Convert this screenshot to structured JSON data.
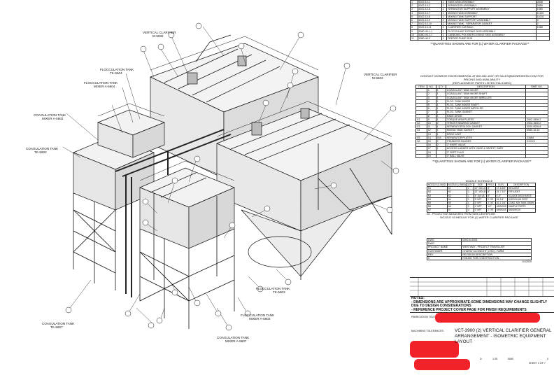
{
  "top_bom": {
    "rows": [
      [
        "1",
        "5022-10-1",
        "1",
        "RAKE ARM ASSEMBLY",
        "2838"
      ],
      [
        "2",
        "5022-10-2",
        "2",
        "SEPARATOR ASSEMBLY",
        "2855"
      ],
      [
        "3",
        "5022-10-5",
        "2",
        "SEPARATOR SUPPORT ASSEMBLY",
        "1560"
      ],
      [
        "4",
        "5022-10-7",
        "1",
        "MIXING TANK ASSEMBLY",
        "11100"
      ],
      [
        "5",
        "5022-10-8",
        "1",
        "MIXING TANK SUPPORT",
        "11002"
      ],
      [
        "6",
        "5022-10-9",
        "2",
        "MIXING TANK SUPPORT ASSEMBLY",
        "2"
      ],
      [
        "7",
        "5022-10-10",
        "2",
        "MIXING TANK - SEPARATOR GASKET",
        "2"
      ],
      [
        "8",
        "5022-10-11",
        "2",
        "CLARIFIER CATWALK",
        "1588"
      ],
      [
        "9",
        "5080-40-1-1",
        "1",
        "FLOCCULANT DOSING SKID ASSEMBLY",
        ""
      ],
      [
        "10",
        "5080-40-2-1",
        "1",
        "CARBONIC POLYMER DOSING SKID ASSEMBLY",
        ""
      ],
      [
        "11",
        "5080-40-3",
        "1",
        "FEEDER PUMP SKID",
        ""
      ]
    ],
    "note": "**QUANTITIES SHOWN ARE FOR (1) WATER CLARIFIER PACKAGE**"
  },
  "mid_bom": {
    "header": "CONTACT MONROE ENVIRONMENTAL AT 800-982-1537 OR SALES@MONROEENV.COM FOR PRICING AND AVAILABILITY",
    "header2": "(REPLACEMENT PARTS LISTED ITALICIZED)",
    "columns": [
      "ITEM",
      "NO.",
      "QTY",
      "DESCRIPTION",
      "PART NO."
    ],
    "rows": [
      [
        "",
        "1",
        "1",
        "COAGULANT TANK MIXER",
        ""
      ],
      [
        "",
        "2",
        "1",
        "COAGULANT TANK MIXER SHAFT",
        ""
      ],
      [
        "",
        "3",
        "1",
        "COAGULANT TANK MIXER IMPELLER",
        ""
      ],
      [
        "",
        "4",
        "1",
        "FLOC. TANK MIXER",
        ""
      ],
      [
        "",
        "5",
        "1",
        "FLOC. TANK MIXER SHAFT",
        ""
      ],
      [
        "",
        "6",
        "1",
        "FLOC. TANK MIXER IMPELLER",
        ""
      ],
      [
        "",
        "7",
        "1",
        "FLOC. TANK GASKET",
        ""
      ],
      [
        "",
        "8",
        "1",
        "RAKE DRIVE",
        ""
      ],
      [
        "X1",
        "9",
        "1",
        "TORQUE ARM PLATES",
        "2002-1636-2"
      ],
      [
        "X2",
        "10",
        "2",
        "THRUST BEARING GASKET",
        "2002-1640-2"
      ],
      [
        "X3",
        "11",
        "1",
        "SEPARATOR BLOCK GASKET",
        "5000-9006-8"
      ],
      [
        "X4",
        "12",
        "1",
        "MIXING TANK GASKET",
        "5080-10-10"
      ],
      [
        "",
        "13",
        "1",
        "DRIVE UNIT",
        ""
      ],
      [
        "X5",
        "14",
        "244",
        "SEPARATOR PLATES",
        "21664"
      ],
      [
        "X6",
        "15",
        "2",
        "STAINLESS BLADES",
        "XXXXX"
      ],
      [
        "",
        "16",
        "2",
        "3\" KNIFE VALVE",
        ""
      ],
      [
        "",
        "17",
        "1",
        "ACCESS LADDER WITH CAGE & SAFETY GATE",
        ""
      ],
      [
        "",
        "18",
        "",
        "2\" SEPT PLUG",
        ""
      ],
      [
        "",
        "19",
        "",
        "3\" BALL VALVE",
        ""
      ]
    ],
    "note": "**QUANTITIES SHOWN ARE FOR (1) WATER CLARIFIER PACKAGE**"
  },
  "nozzle": {
    "title": "NOZZLE SCHEDULE",
    "columns": [
      "NOZZLE (2-5602)",
      "NOZZLE (2-5603)",
      "QTY",
      "SIZE",
      "PROJ.",
      "ELEV.",
      "DESCRIPTION"
    ],
    "rows": [
      [
        "N1",
        "N1",
        "1",
        "12\" 150 LB",
        "8\"",
        "17'-6 3/8\"",
        "INFLUENT"
      ],
      [
        "N2",
        "N2",
        "1",
        "12\" 150 LB",
        "8\"",
        "15'-7 1/2\"",
        "EFFLUENT"
      ],
      [
        "N3",
        "N3",
        "1",
        "4\" 150 LB",
        "8\"",
        "4'-0\"",
        "SLUDGE DISCHARGE"
      ],
      [
        "N4",
        "N4",
        "1",
        "3\" NPT",
        "2 7/8\"",
        "15'-1/4\"",
        "OVERFLOW PORT"
      ],
      [
        "N5",
        "N5",
        "1",
        "3\" NPT",
        "2 7/8\"",
        "10'-1 1/4\"",
        "COAG. MIX TANK DRAIN"
      ],
      [
        "N6",
        "N6",
        "2",
        "1\" NPT",
        "1/2\"",
        "VARIOUS",
        "SAMPLE PORTS"
      ],
      [
        "N7",
        "N7",
        "4",
        "3\" NPT",
        "2 7/8\"",
        "VARIOUS",
        "HANDHOLE"
      ]
    ],
    "footnote": "N1 - PROJECTION MEASURED FROM TANK CENTERLINE",
    "note": "NOZZLE SCHEDULE FOR (1) WATER CLARIFIER PACKAGE"
  },
  "info_block": {
    "rows": [
      [
        "DWG",
        "0000-M-0001"
      ],
      [
        "DWG",
        ""
      ],
      [
        "PROJECT NAME",
        "WESTWAY - PROJECT TRAVELLER"
      ],
      [
        "CUSTOMER",
        "CHURCH & DWIGHT (CHD) - FARM"
      ],
      [
        "REV",
        "REVISION DESCRIPTION"
      ],
      [
        "0",
        "ISSUED FOR CONSTRUCTION"
      ]
    ],
    "date": "1/1/2020"
  },
  "notes": {
    "label": "NOTES:",
    "items": [
      "DIMENSIONS ARE APPROXIMATE-SOME DIMENSIONS MAY CHANGE SLIGHTLY DUE TO DESIGN CONSIDERATIONS",
      "REFERENCE PROJECT COVER PAGE FOR FINISH REQUIREMENTS"
    ]
  },
  "title_block": {
    "fab_label": "FABRICATION TOLERANCES:",
    "mach_label": "MACHINING TOLERANCES:",
    "title_line1": "VCT-3900 (2) VERTICAL CLARIFIER GENERAL",
    "title_line2": "ARRANGEMENT - ISOMETRIC EQUIPMENT LAYOUT",
    "size": "D",
    "scale": "1:35",
    "dwg_no": "5080",
    "sheet": "SHEET 4 OF 7",
    "rev": "0"
  },
  "callouts": [
    {
      "text": "VERTICAL CLARIFIER"
    },
    {
      "text": "M-5602"
    },
    {
      "text": "FLOCCULATION TANK"
    },
    {
      "text": "TK-5604"
    },
    {
      "text": "FLOCCULATION TANK"
    },
    {
      "text": "MIXER A-5604"
    },
    {
      "text": "COAGULATION TANK"
    },
    {
      "text": "MIXER A-5602"
    },
    {
      "text": "COAGULATION TANK"
    },
    {
      "text": "TK-5602"
    },
    {
      "text": "VERTICAL CLARIFIER"
    },
    {
      "text": "M-5603"
    },
    {
      "text": "FLOCCULATION TANK"
    },
    {
      "text": "TK-5603"
    },
    {
      "text": "FLOCCULATION TANK"
    },
    {
      "text": "MIXER A-5603"
    },
    {
      "text": "COAGULATION TANK"
    },
    {
      "text": "TK-5607"
    },
    {
      "text": "COAGULATION TANK"
    },
    {
      "text": "MIXER A-5607"
    }
  ]
}
